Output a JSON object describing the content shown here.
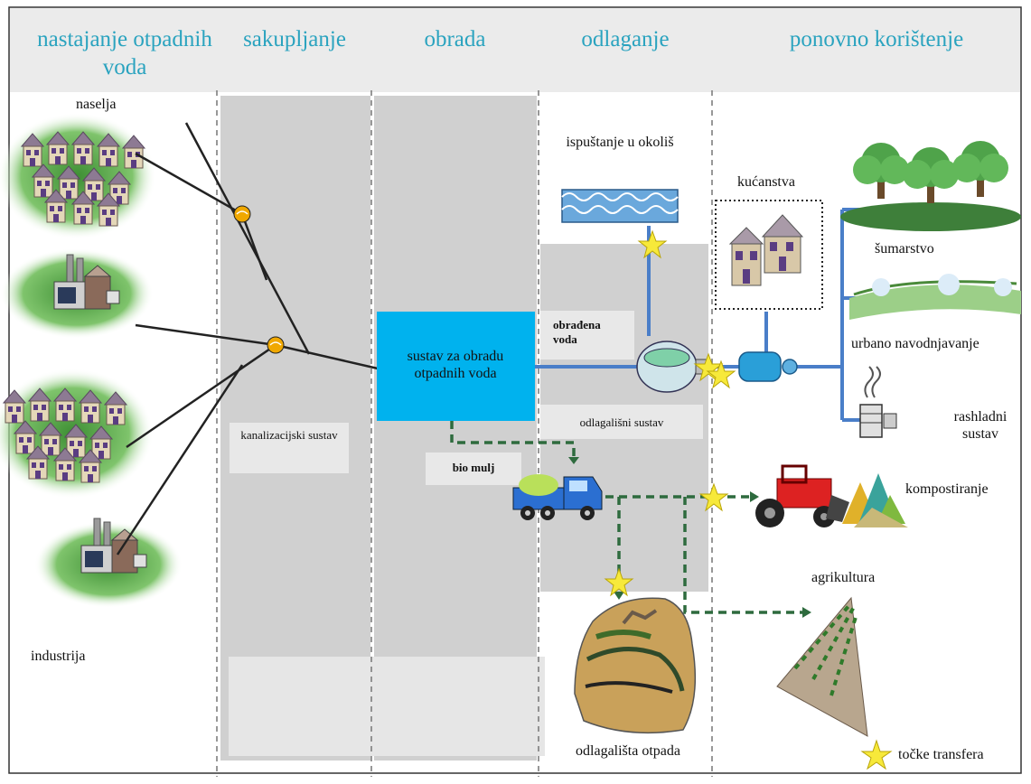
{
  "headers": {
    "generation": "nastajanje otpadnih voda",
    "collection": "sakupljanje",
    "treatment": "obrada",
    "disposal": "odlaganje",
    "reuse": "ponovno korištenje"
  },
  "sources": {
    "settlements": "naselja",
    "industry": "industrija"
  },
  "collection": {
    "sewer_system": "kanalizacijski sustav"
  },
  "treatment": {
    "plant": "sustav za obradu otpadnih voda",
    "biosludge": "bio mulj"
  },
  "disposal": {
    "environment_release": "ispuštanje u okoliš",
    "treated_water": "obrađena voda",
    "disposal_system": "odlagališni sustav",
    "landfills": "odlagališta otpada"
  },
  "reuse": {
    "households": "kućanstva",
    "forestry": "šumarstvo",
    "urban_irrigation": "urbano navodnjavanje",
    "cooling": "rashladni sustav",
    "composting": "kompostiranje",
    "agriculture": "agrikultura"
  },
  "legend": {
    "transfer_points": "točke transfera"
  },
  "colors": {
    "header_text": "#2aa3bf",
    "plant_box": "#00b2ee",
    "column_gray": "#d0d0d0",
    "pipe_blue": "#4a7ec8",
    "sludge_green": "#2e6b3e",
    "star_yellow": "#f7e93a"
  }
}
